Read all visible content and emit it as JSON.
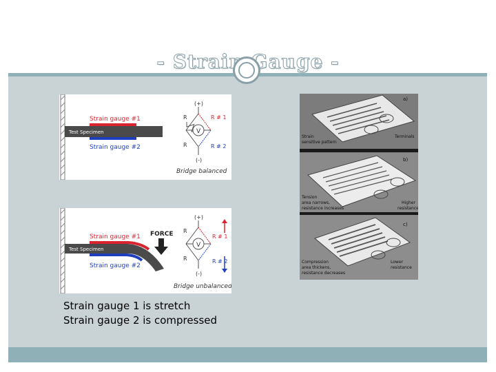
{
  "slide": {
    "title": "- Strain Gauge -",
    "caption_lines": [
      "Strain gauge 1 is stretch",
      "Strain gauge 2 is compressed"
    ]
  },
  "figure_balanced": {
    "gauge1_label": "Strain gauge #1",
    "gauge2_label": "Strain gauge #2",
    "specimen_label": "Test Specimen",
    "plus_label": "(+)",
    "minus_label": "(-)",
    "r_label": "R",
    "r1_label": "R # 1",
    "r2_label": "R # 2",
    "v_label": "V",
    "status_label": "Bridge balanced"
  },
  "figure_unbalanced": {
    "gauge1_label": "Strain gauge #1",
    "gauge2_label": "Strain gauge #2",
    "specimen_label": "Test Specimen",
    "force_label": "FORCE",
    "plus_label": "(+)",
    "minus_label": "(-)",
    "r_label": "R",
    "r1_label": "R # 1",
    "r2_label": "R # 2",
    "v_label": "V",
    "status_label": "Bridge unbalanced"
  },
  "photo_panel": {
    "a": {
      "letter": "a)",
      "label_left_1": "Strain",
      "label_left_2": "sensitive pattern",
      "label_right": "Terminals"
    },
    "b": {
      "letter": "b)",
      "label_left_1": "Tension",
      "label_left_2": "area narrows,",
      "label_left_3": "resistance increases",
      "label_right_1": "Higher",
      "label_right_2": "resistance"
    },
    "c": {
      "letter": "c)",
      "label_left_1": "Compression",
      "label_left_2": "area thickens,",
      "label_left_3": "resistance decreases",
      "label_right_1": "Lower",
      "label_right_2": "resistance"
    }
  },
  "colors": {
    "gauge1": "#d9232e",
    "gauge2": "#1f3fbf",
    "accent": "#8fb0b6",
    "content_bg": "#c9d3d6"
  }
}
